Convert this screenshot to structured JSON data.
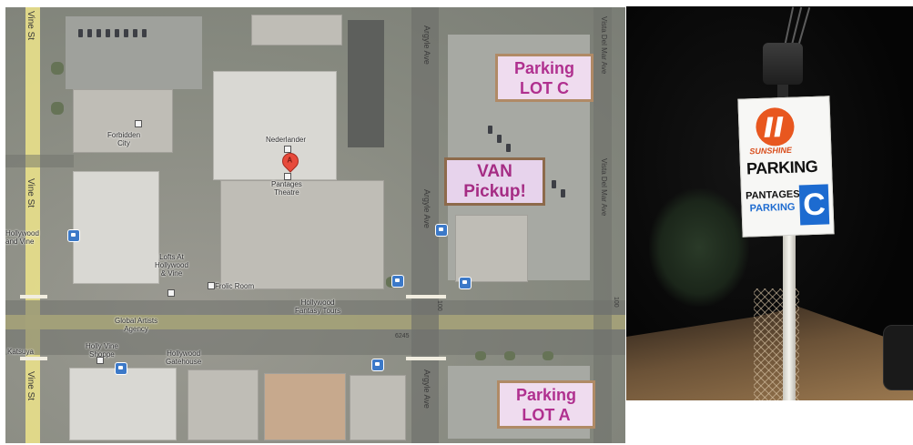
{
  "map": {
    "streets": {
      "vine_top": "Vine St",
      "vine_left": "Vine St",
      "vine_bottom": "Vine St",
      "argyle_top": "Argyle Ave",
      "argyle_mid": "Argyle Ave",
      "argyle_bottom": "Argyle Ave",
      "vista_top": "Vista Del Mar Ave",
      "vista_mid": "Vista Del Mar Ave",
      "num_6245": "6245",
      "num_100": "100"
    },
    "places": {
      "forbidden_city": "Forbidden\nCity",
      "nederlander": "Nederlander",
      "pantages": "Pantages\nTheatre",
      "hollywood_vine": "Hollywood\nand Vine",
      "lofts": "Lofts At\nHollywood\n& Vine",
      "frolic_room": "Frolic Room",
      "fantasy_tours": "Hollywood\nFantasy Tours",
      "global_artists": "Global Artists\nAgency",
      "katsuya": "Katsuya",
      "holly_vine_shoppe": "Holly Vine\nShoppe",
      "gatehouse": "Hollywood\nGatehouse"
    },
    "marker_letter": "A",
    "callouts": {
      "lot_c_line1": "Parking",
      "lot_c_line2": "LOT C",
      "van_line1": "VAN",
      "van_line2": "Pickup!",
      "lot_a_line1": "Parking",
      "lot_a_line2": "LOT A"
    }
  },
  "photo": {
    "sign": {
      "brand": "SUNSHINE",
      "main": "PARKING",
      "sub1": "PANTAGES",
      "sub2": "PARKING",
      "letter": "C"
    }
  },
  "colors": {
    "callout_text": "#b0308f",
    "callout_border": "#b08a66",
    "callout_fill": "#efdcef",
    "vine_street": "#e7de8a",
    "sign_blue": "#1d6bd0",
    "logo_orange": "#e8571f"
  }
}
